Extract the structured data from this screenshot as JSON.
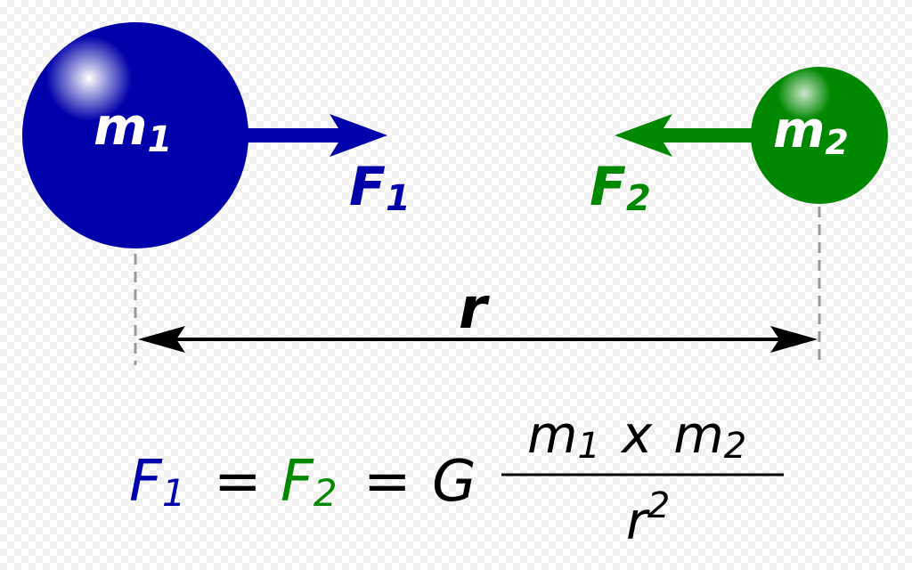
{
  "colors": {
    "mass1": "#0000aa",
    "mass2": "#008800",
    "distance": "#000000",
    "guide": "#999999"
  },
  "mass1": {
    "label": "m",
    "subscript": "1"
  },
  "mass2": {
    "label": "m",
    "subscript": "2"
  },
  "force1": {
    "label": "F",
    "subscript": "1"
  },
  "force2": {
    "label": "F",
    "subscript": "2"
  },
  "distance": {
    "label": "r"
  },
  "formula": {
    "f1": "F",
    "f1_sub": "1",
    "eq1": "=",
    "f2": "F",
    "f2_sub": "2",
    "eq2": "=",
    "g": "G",
    "num_m1": "m",
    "num_m1_sub": "1",
    "times": "x",
    "num_m2": "m",
    "num_m2_sub": "2",
    "den": "r",
    "den_sup": "2"
  }
}
